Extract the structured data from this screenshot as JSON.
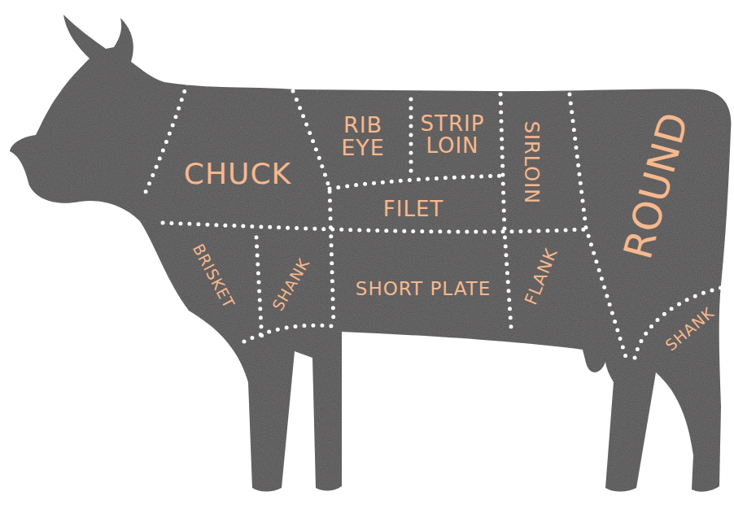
{
  "diagram": {
    "labels": [
      "CHUCK",
      "RIB EYE",
      "STRIP LOIN",
      "SIRLOIN",
      "ROUND",
      "FILET",
      "BRISKET",
      "SHANK",
      "SHORT PLATE",
      "FLANK",
      "SHANK"
    ]
  }
}
